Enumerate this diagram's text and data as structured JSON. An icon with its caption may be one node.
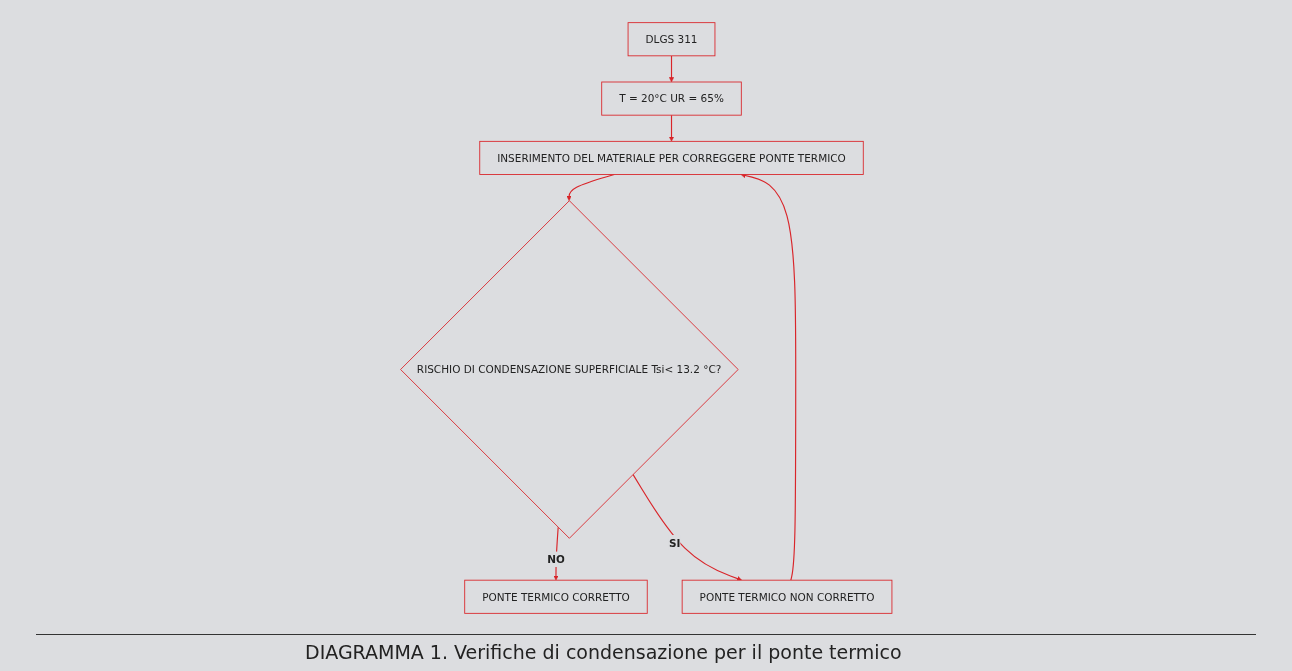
{
  "diagram": {
    "caption": "DIAGRAMMA 1. Verifiche di condensazione per il ponte termico",
    "nodes": [
      {
        "text": [
          "DLGS 311"
        ]
      },
      {
        "text": [
          "T = 20°C UR = 65%"
        ]
      },
      {
        "text": [
          "INSERIMENTO DEL MATERIALE PER CORREGGERE PONTE TERMICO"
        ]
      },
      {
        "text": [
          "RISCHIO DI CONDENSAZIONE SUPERFICIALE Tsi< 13.2 °C?"
        ]
      },
      {
        "text": [
          "PONTE TERMICO CORRETTO"
        ]
      },
      {
        "text": [
          "PONTE TERMICO NON CORRETTO"
        ]
      }
    ],
    "edges": [
      {
        "from": 0,
        "to": 1,
        "arrow": "to"
      },
      {
        "from": 1,
        "to": 2,
        "arrow": "to"
      },
      {
        "from": 2,
        "to": 3,
        "arrow": "to"
      },
      {
        "from": 3,
        "to": 4,
        "arrow": "to",
        "label": "NO"
      },
      {
        "from": 3,
        "to": 5,
        "arrow": "to",
        "label": "SI"
      },
      {
        "from": 5,
        "to": 2,
        "arrow": "to"
      }
    ]
  }
}
